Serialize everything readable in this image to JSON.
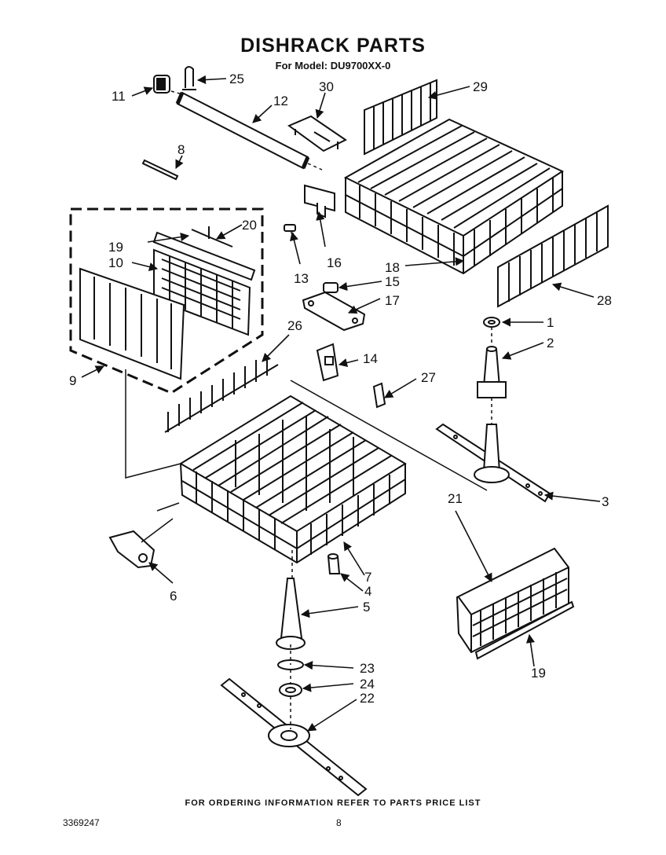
{
  "header": {
    "title": "DISHRACK PARTS",
    "subtitle": "For Model: DU9700XX-0"
  },
  "footer": {
    "ordering_note": "FOR ORDERING INFORMATION REFER TO PARTS PRICE LIST",
    "document_number": "3369247",
    "page_number": "8"
  },
  "callouts": {
    "c1": "1",
    "c2": "2",
    "c3": "3",
    "c4": "4",
    "c5": "5",
    "c6": "6",
    "c7": "7",
    "c8": "8",
    "c9": "9",
    "c10": "10",
    "c11": "11",
    "c12": "12",
    "c13": "13",
    "c14": "14",
    "c15": "15",
    "c16": "16",
    "c17": "17",
    "c18": "18",
    "c19a": "19",
    "c19b": "19",
    "c20": "20",
    "c21": "21",
    "c22": "22",
    "c23": "23",
    "c24": "24",
    "c25": "25",
    "c26": "26",
    "c27": "27",
    "c28": "28",
    "c29": "29",
    "c30": "30"
  }
}
